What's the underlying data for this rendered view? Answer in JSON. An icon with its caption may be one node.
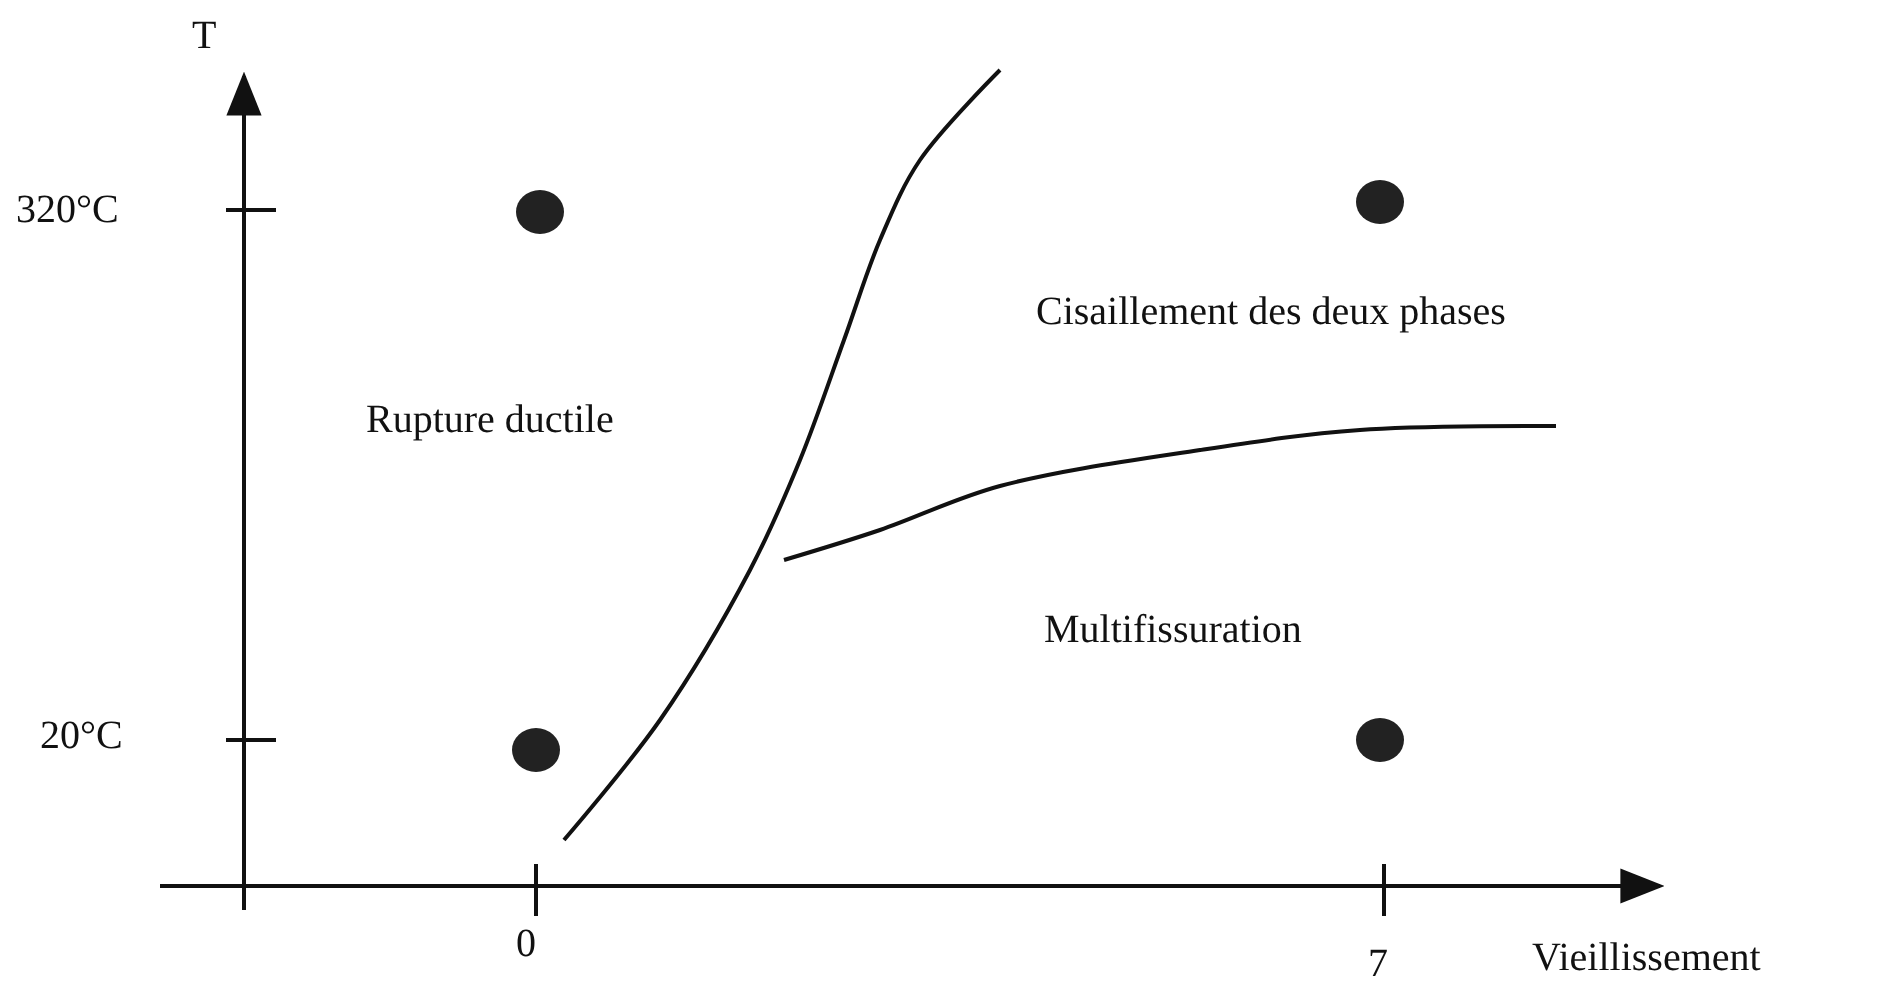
{
  "diagram": {
    "labels": [
      "T",
      "320°C",
      "20°C",
      "0",
      "7",
      "Vieillissement",
      "Rupture ductile",
      "Cisaillement des deux phases",
      "Multifissuration"
    ]
  }
}
